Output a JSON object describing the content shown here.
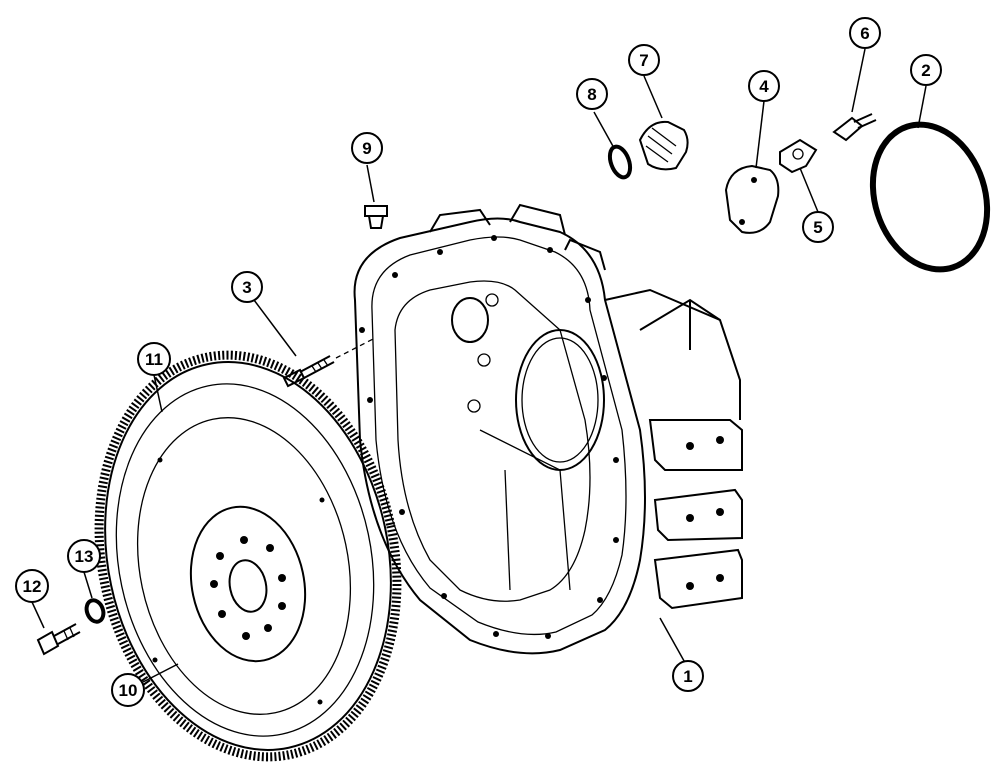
{
  "callouts": [
    {
      "id": "1",
      "label": "1",
      "part": "flywheel-housing"
    },
    {
      "id": "2",
      "label": "2",
      "part": "o-ring-large"
    },
    {
      "id": "3",
      "label": "3",
      "part": "housing-bolt"
    },
    {
      "id": "4",
      "label": "4",
      "part": "cover-plate"
    },
    {
      "id": "5",
      "label": "5",
      "part": "clamp-plate"
    },
    {
      "id": "6",
      "label": "6",
      "part": "cover-screw"
    },
    {
      "id": "7",
      "label": "7",
      "part": "plug"
    },
    {
      "id": "8",
      "label": "8",
      "part": "o-ring-small"
    },
    {
      "id": "9",
      "label": "9",
      "part": "pipe-plug"
    },
    {
      "id": "10",
      "label": "10",
      "part": "flywheel"
    },
    {
      "id": "11",
      "label": "11",
      "part": "ring-gear"
    },
    {
      "id": "12",
      "label": "12",
      "part": "flywheel-bolt"
    },
    {
      "id": "13",
      "label": "13",
      "part": "washer"
    }
  ]
}
